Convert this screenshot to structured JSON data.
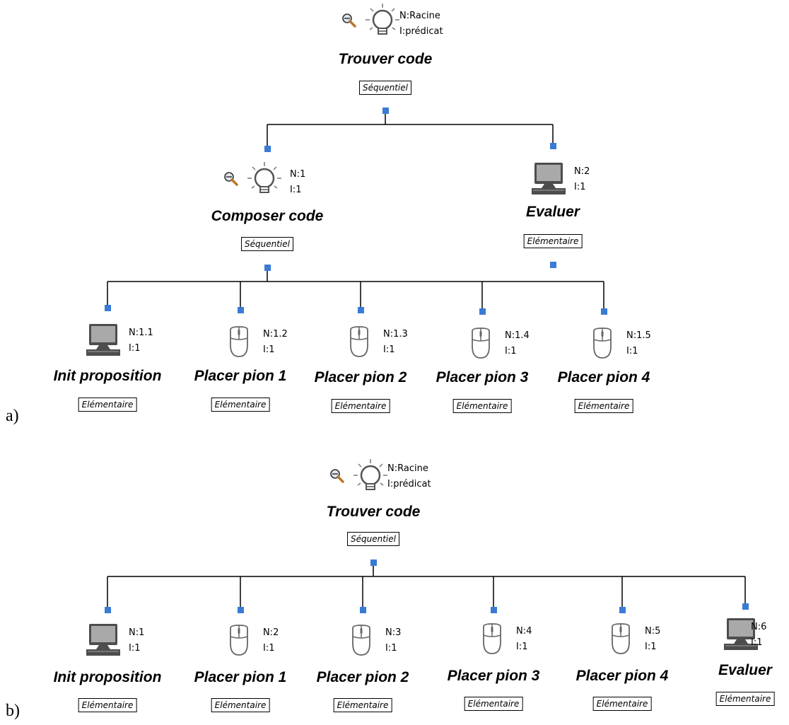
{
  "panels": [
    {
      "label": "a)",
      "nodes": {
        "root": {
          "title": "Trouver code",
          "operator": "Séquentiel",
          "n": "N:Racine",
          "i": "I:prédicat",
          "icon": "lightbulb-icon"
        },
        "n1": {
          "title": "Composer code",
          "operator": "Séquentiel",
          "n": "N:1",
          "i": "I:1",
          "icon": "lightbulb-icon"
        },
        "n2": {
          "title": "Evaluer",
          "operator": "Elémentaire",
          "n": "N:2",
          "i": "I:1",
          "icon": "computer-icon"
        },
        "n11": {
          "title": "Init proposition",
          "operator": "Elémentaire",
          "n": "N:1.1",
          "i": "I:1",
          "icon": "computer-icon"
        },
        "n12": {
          "title": "Placer pion 1",
          "operator": "Elémentaire",
          "n": "N:1.2",
          "i": "I:1",
          "icon": "mouse-icon"
        },
        "n13": {
          "title": "Placer pion 2",
          "operator": "Elémentaire",
          "n": "N:1.3",
          "i": "I:1",
          "icon": "mouse-icon"
        },
        "n14": {
          "title": "Placer pion 3",
          "operator": "Elémentaire",
          "n": "N:1.4",
          "i": "I:1",
          "icon": "mouse-icon"
        },
        "n15": {
          "title": "Placer pion 4",
          "operator": "Elémentaire",
          "n": "N:1.5",
          "i": "I:1",
          "icon": "mouse-icon"
        }
      }
    },
    {
      "label": "b)",
      "nodes": {
        "root": {
          "title": "Trouver code",
          "operator": "Séquentiel",
          "n": "N:Racine",
          "i": "I:prédicat",
          "icon": "lightbulb-icon"
        },
        "c1": {
          "title": "Init proposition",
          "operator": "Elémentaire",
          "n": "N:1",
          "i": "I:1",
          "icon": "computer-icon"
        },
        "c2": {
          "title": "Placer pion 1",
          "operator": "Elémentaire",
          "n": "N:2",
          "i": "I:1",
          "icon": "mouse-icon"
        },
        "c3": {
          "title": "Placer pion 2",
          "operator": "Elémentaire",
          "n": "N:3",
          "i": "I:1",
          "icon": "mouse-icon"
        },
        "c4": {
          "title": "Placer pion 3",
          "operator": "Elémentaire",
          "n": "N:4",
          "i": "I:1",
          "icon": "mouse-icon"
        },
        "c5": {
          "title": "Placer pion 4",
          "operator": "Elémentaire",
          "n": "N:5",
          "i": "I:1",
          "icon": "mouse-icon"
        },
        "c6": {
          "title": "Evaluer",
          "operator": "Elémentaire",
          "n": "N:6",
          "i": "I:1",
          "icon": "computer-icon"
        }
      }
    }
  ],
  "colors": {
    "connector": "#000000",
    "port": "#3a7bd5",
    "icon_stroke": "#555555",
    "monitor_screen": "#a9a9a9",
    "monitor_dark": "#4d4d4d"
  }
}
